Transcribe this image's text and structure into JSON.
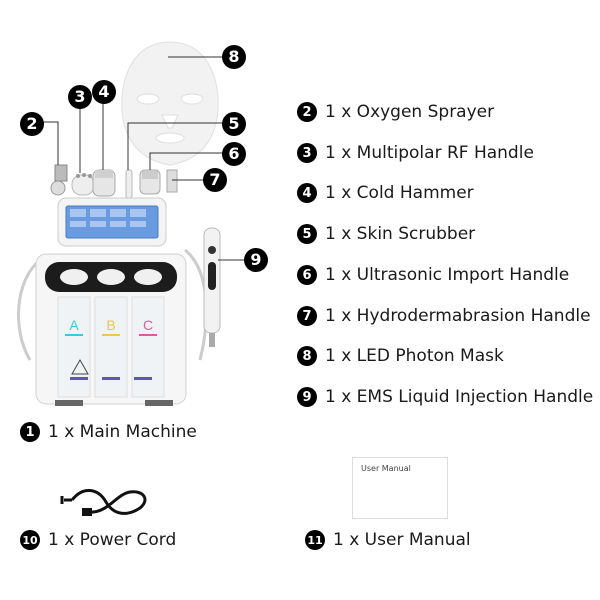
{
  "items": [
    {
      "num": "1",
      "label": "1 x Main Machine"
    },
    {
      "num": "2",
      "label": "1 x Oxygen Sprayer"
    },
    {
      "num": "3",
      "label": "1 x Multipolar RF Handle"
    },
    {
      "num": "4",
      "label": "1 x Cold Hammer"
    },
    {
      "num": "5",
      "label": "1 x Skin Scrubber"
    },
    {
      "num": "6",
      "label": "1 x Ultrasonic Import Handle"
    },
    {
      "num": "7",
      "label": "1 x Hydrodermabrasion Handle"
    },
    {
      "num": "8",
      "label": "1 x LED Photon Mask"
    },
    {
      "num": "9",
      "label": "1 x EMS Liquid Injection Handle"
    },
    {
      "num": "10",
      "label": "1 x Power Cord"
    },
    {
      "num": "11",
      "label": "1 x User Manual"
    }
  ],
  "machine": {
    "tanks": [
      "A",
      "B",
      "C"
    ],
    "tank_colors": [
      "#3ec6e0",
      "#e8c94a",
      "#e05a9a"
    ],
    "screen_color": "#6a9be0"
  },
  "manual": {
    "cover_text": "User Manual"
  },
  "callouts": [
    "2",
    "3",
    "4",
    "5",
    "6",
    "7",
    "8",
    "9"
  ]
}
